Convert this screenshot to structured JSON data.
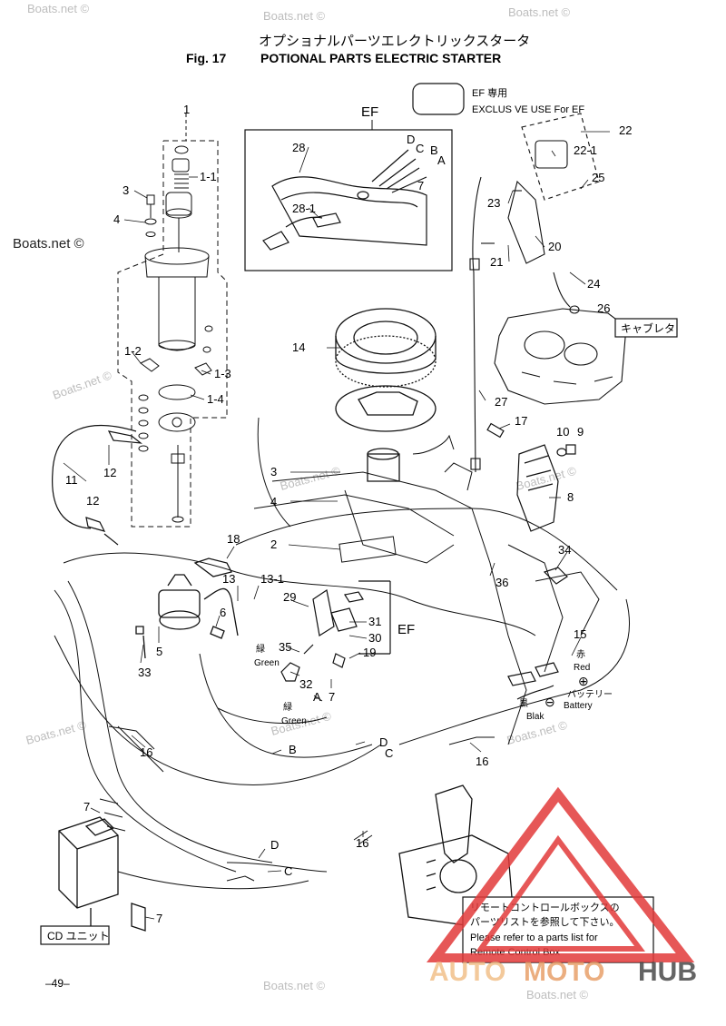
{
  "header": {
    "title_jp": "オプショナルパーツエレクトリックスタータ",
    "fig_label": "Fig. 17",
    "title_en": "POTIONAL PARTS ELECTRIC STARTER"
  },
  "ef_legend": {
    "jp": "EF 専用",
    "en": "EXCLUS VE USE For EF"
  },
  "ef_inset_label": "EF",
  "ef_bracket_label": "EF",
  "watermark": "Boats.net ©",
  "part_labels": [
    {
      "id": "p1",
      "text": "1"
    },
    {
      "id": "p1_1",
      "text": "1-1"
    },
    {
      "id": "p3a",
      "text": "3"
    },
    {
      "id": "p4a",
      "text": "4"
    },
    {
      "id": "p1_2",
      "text": "1-2"
    },
    {
      "id": "p1_3",
      "text": "1-3"
    },
    {
      "id": "p1_4",
      "text": "1-4"
    },
    {
      "id": "p11",
      "text": "11"
    },
    {
      "id": "p12a",
      "text": "12"
    },
    {
      "id": "p12b",
      "text": "12"
    },
    {
      "id": "p28",
      "text": "28"
    },
    {
      "id": "p28_1",
      "text": "28-1"
    },
    {
      "id": "pD",
      "text": "D"
    },
    {
      "id": "pC",
      "text": "C"
    },
    {
      "id": "pB",
      "text": "B"
    },
    {
      "id": "pA",
      "text": "A"
    },
    {
      "id": "p7a",
      "text": "7"
    },
    {
      "id": "p22",
      "text": "22"
    },
    {
      "id": "p22_1",
      "text": "22-1"
    },
    {
      "id": "p25",
      "text": "25"
    },
    {
      "id": "p23",
      "text": "23"
    },
    {
      "id": "p20",
      "text": "20"
    },
    {
      "id": "p21",
      "text": "21"
    },
    {
      "id": "p24",
      "text": "24"
    },
    {
      "id": "p26",
      "text": "26"
    },
    {
      "id": "p14",
      "text": "14"
    },
    {
      "id": "p27",
      "text": "27"
    },
    {
      "id": "p17",
      "text": "17"
    },
    {
      "id": "p10",
      "text": "10"
    },
    {
      "id": "p9",
      "text": "9"
    },
    {
      "id": "p8",
      "text": "8"
    },
    {
      "id": "p3b",
      "text": "3"
    },
    {
      "id": "p4b",
      "text": "4"
    },
    {
      "id": "p2",
      "text": "2"
    },
    {
      "id": "p18",
      "text": "18"
    },
    {
      "id": "p13",
      "text": "13"
    },
    {
      "id": "p13_1",
      "text": "13-1"
    },
    {
      "id": "p29",
      "text": "29"
    },
    {
      "id": "p31",
      "text": "31"
    },
    {
      "id": "p30",
      "text": "30"
    },
    {
      "id": "p6",
      "text": "6"
    },
    {
      "id": "p5",
      "text": "5"
    },
    {
      "id": "p33",
      "text": "33"
    },
    {
      "id": "p35",
      "text": "35"
    },
    {
      "id": "p19",
      "text": "19"
    },
    {
      "id": "p32",
      "text": "32"
    },
    {
      "id": "p7b",
      "text": "7"
    },
    {
      "id": "p36",
      "text": "36"
    },
    {
      "id": "p34",
      "text": "34"
    },
    {
      "id": "p15",
      "text": "15"
    },
    {
      "id": "p16a",
      "text": "16"
    },
    {
      "id": "p16b",
      "text": "16"
    },
    {
      "id": "p16c",
      "text": "16"
    },
    {
      "id": "pB2",
      "text": "B"
    },
    {
      "id": "pD2",
      "text": "D"
    },
    {
      "id": "pC2",
      "text": "C"
    },
    {
      "id": "pA2",
      "text": "A"
    },
    {
      "id": "p7c",
      "text": "7"
    },
    {
      "id": "pD3",
      "text": "D"
    },
    {
      "id": "pC3",
      "text": "C"
    },
    {
      "id": "p7d",
      "text": "7"
    }
  ],
  "wire_labels": {
    "green1_jp": "緑",
    "green1_en": "Green",
    "green2_jp": "緑",
    "green2_en": "Green",
    "red_jp": "赤",
    "red_en": "Red",
    "plus": "⊕",
    "battery_jp": "バッテリー",
    "battery_en": "Battery",
    "minus": "⊖",
    "black_jp": "黒",
    "black_en": "Blak"
  },
  "carb_label": "キャブレタ",
  "cd_unit_label": "CD ユニット",
  "remote_note": {
    "line1": "リモートコントロールボックスの",
    "line2": "パーツリストを参照して下さい。",
    "line3": "Please refer to a parts list for",
    "line4": "Remote Control Box"
  },
  "page_number": "–49–",
  "brand": {
    "part1": "AUTO",
    "part2": "MOTO",
    "part3": "HUB",
    "color1": "#f2c08a",
    "color2": "#e8a06a",
    "color3": "#4a4a4a",
    "triangle_color": "#e23a3a"
  }
}
